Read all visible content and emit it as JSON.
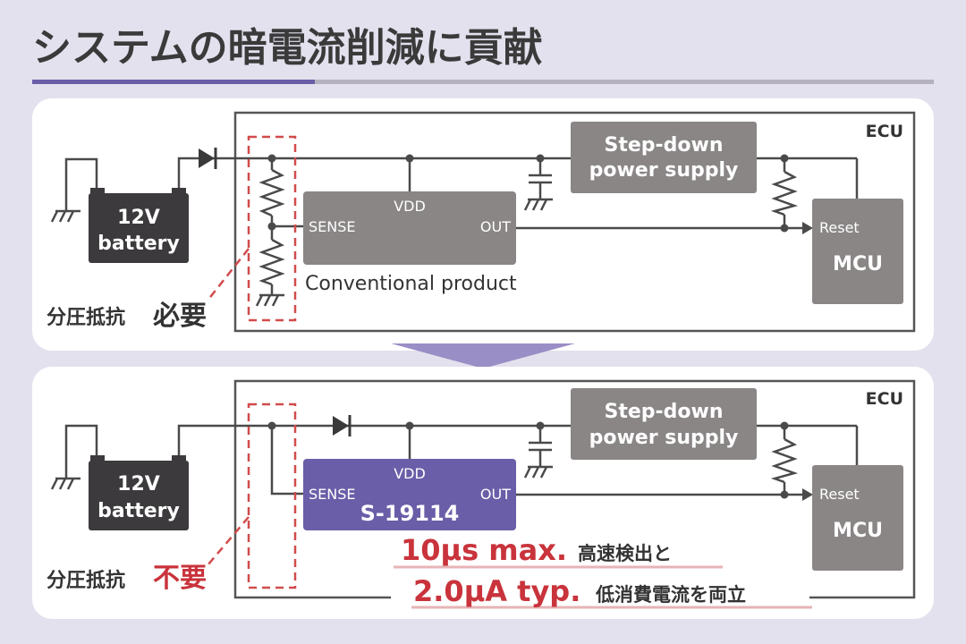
{
  "title": "システムの暗電流削減に貢献",
  "colors": {
    "background": "#e4e1ee",
    "accent_purple": "#6a5ea8",
    "highlight_red": "#c9333b",
    "block_gray": "#8a8686",
    "battery_dark": "#3c3a3c"
  },
  "top_panel": {
    "ecu_label": "ECU",
    "battery_line1": "12V",
    "battery_line2": "battery",
    "stepdown_line1": "Step-down",
    "stepdown_line2": "power supply",
    "ic_vdd": "VDD",
    "ic_sense": "SENSE",
    "ic_out": "OUT",
    "ic_caption": "Conventional product",
    "mcu_reset": "Reset",
    "mcu_label": "MCU",
    "resistor_prefix": "分圧抵抗",
    "resistor_status": "必要"
  },
  "bottom_panel": {
    "ecu_label": "ECU",
    "battery_line1": "12V",
    "battery_line2": "battery",
    "stepdown_line1": "Step-down",
    "stepdown_line2": "power supply",
    "ic_vdd": "VDD",
    "ic_sense": "SENSE",
    "ic_out": "OUT",
    "ic_name": "S-19114",
    "mcu_reset": "Reset",
    "mcu_label": "MCU",
    "resistor_prefix": "分圧抵抗",
    "resistor_status": "不要",
    "feature1_value": "10μs max.",
    "feature1_text": "高速検出と",
    "feature2_value": "2.0μA typ.",
    "feature2_text": "低消費電流を両立"
  }
}
